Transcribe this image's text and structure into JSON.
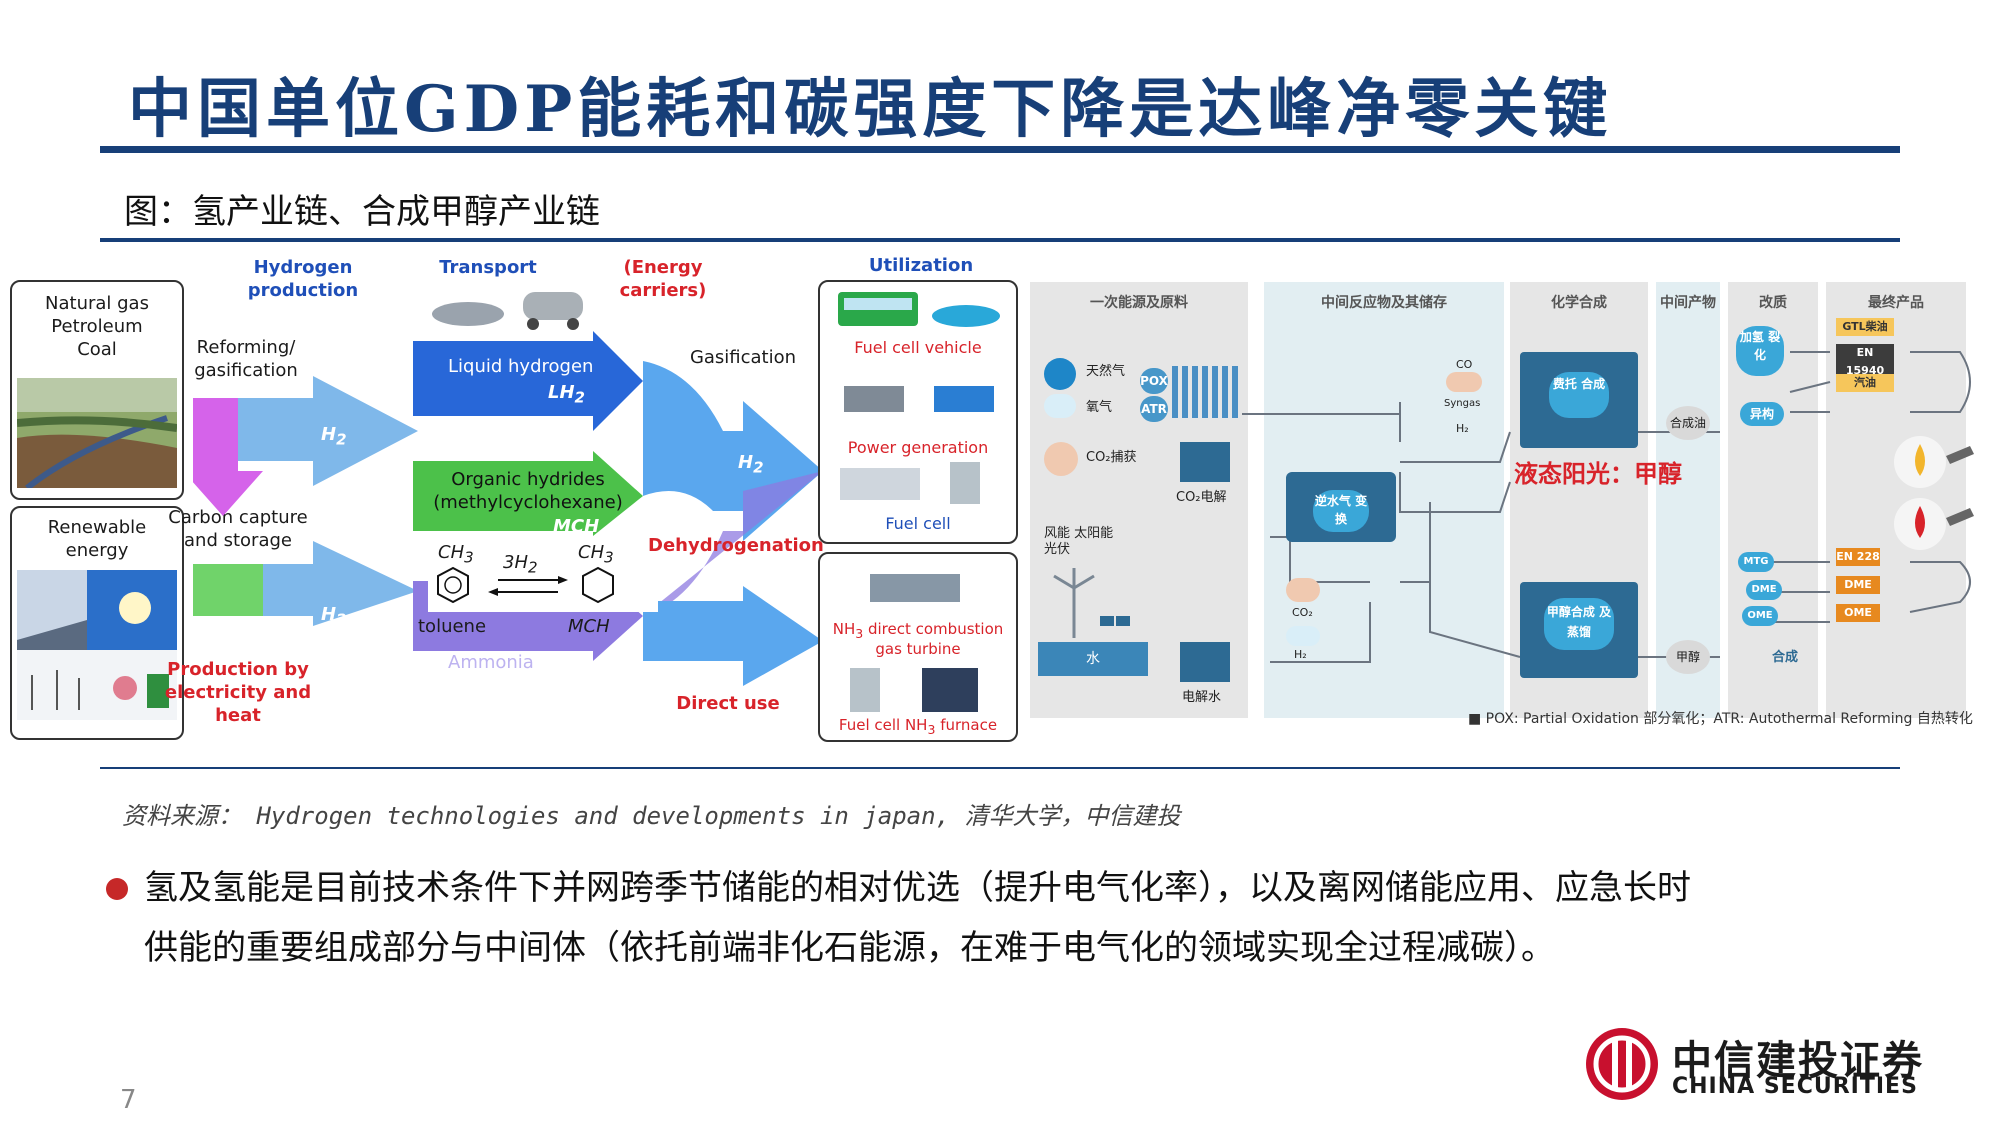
{
  "slide": {
    "title": "中国单位GDP能耗和碳强度下降是达峰净零关键",
    "figure_caption": "图：氢产业链、合成甲醇产业链",
    "source": "资料来源： Hydrogen technologies and developments in japan, 清华大学，中信建投",
    "bullet_line1": "氢及氢能是目前技术条件下并网跨季节储能的相对优选（提升电气化率），以及离网储能应用、应急长时",
    "bullet_line2": "供能的重要组成部分与中间体（依托前端非化石能源，在难于电气化的领域实现全过程减碳）。",
    "page_number": "7",
    "logo_cn": "中信建投证券",
    "logo_en": "CHINA SECURITIES",
    "accent_color": "#173f78",
    "bullet_color": "#c62828"
  },
  "left_diagram": {
    "header_production": "Hydrogen production",
    "header_transport": "Transport",
    "header_energy_carriers": "(Energy carriers)",
    "header_utilization": "Utilization",
    "src_fossil_1": "Natural gas",
    "src_fossil_2": "Petroleum",
    "src_fossil_3": "Coal",
    "src_renew_1": "Renewable",
    "src_renew_2": "energy",
    "reforming": "Reforming/ gasification",
    "h2": "H",
    "h2_sub": "2",
    "carbon_capture": "Carbon capture and storage",
    "production_by": "Production by electricity and heat",
    "liquid_h2": "Liquid hydrogen",
    "lh2": "LH",
    "organic_hydrides": "Organic hydrides (methylcyclohexane)",
    "mch": "MCH",
    "ch3": "CH",
    "ch3_sub": "3",
    "three_h2": "3H",
    "toluene": "toluene",
    "ammonia": "Ammonia",
    "nh3": "NH",
    "nh3_sub": "3",
    "gasification": "Gasification",
    "dehydrogenation": "Dehydrogenation",
    "direct_use": "Direct use",
    "fuel_cell_vehicle": "Fuel cell vehicle",
    "power_generation": "Power generation",
    "fuel_cell": "Fuel cell",
    "nh3_direct_combustion": "direct combustion",
    "gas_turbine": "gas turbine",
    "fuel_cell_nh3_furnace_a": "Fuel cell NH",
    "fuel_cell_nh3_furnace_b": "furnace"
  },
  "right_diagram": {
    "col1": "一次能源及原料",
    "col2": "中间反应物及其储存",
    "col3": "化学合成",
    "col4": "中间产物",
    "col5": "改质",
    "col6": "最终产品",
    "natural_gas": "天然气",
    "oxygen": "氧气",
    "co2_capture": "CO₂捕获",
    "co2_electrolysis": "CO₂电解",
    "wind_solar": "风能 太阳能光伏",
    "water": "水",
    "water_electrolysis": "电解水",
    "pox": "POX",
    "atr": "ATR",
    "rwgs": "逆水气 变换",
    "ft": "费托 合成",
    "methanol_synth": "甲醇合成 及蒸馏",
    "synfuel": "合成油",
    "methanol": "甲醇",
    "hydrocracking": "加氢 裂化",
    "isomerization": "异构",
    "mtg": "MTG",
    "dme": "DME",
    "ome": "OME",
    "synthesis": "合成",
    "gtl": "GTL柴油",
    "en15940": "EN 15940",
    "gasoline": "汽油",
    "en228": "EN 228",
    "dme_prod": "DME",
    "ome_prod": "OME",
    "co": "CO",
    "syngas": "Syngas",
    "h2": "H₂",
    "co2": "CO₂",
    "liquid_sunshine": "液态阳光：甲醇",
    "legend": "■ POX: Partial Oxidation 部分氧化；ATR: Autothermal Reforming 自热转化"
  }
}
